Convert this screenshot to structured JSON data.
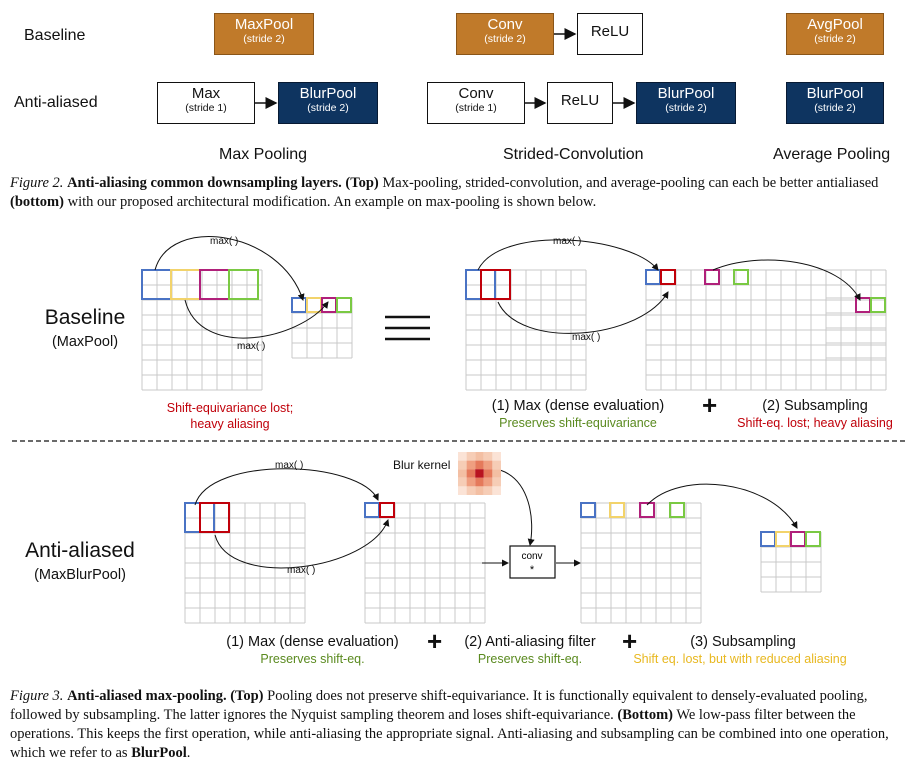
{
  "fig2": {
    "row_baseline": "Baseline",
    "row_anti": "Anti-aliased",
    "maxpool": {
      "title": "MaxPool",
      "sub": "(stride 2)"
    },
    "conv_top": {
      "title": "Conv",
      "sub": "(stride 2)"
    },
    "relu_top": {
      "title": "ReLU"
    },
    "avgpool": {
      "title": "AvgPool",
      "sub": "(stride 2)"
    },
    "max_bot": {
      "title": "Max",
      "sub": "(stride 1)"
    },
    "blurpool1": {
      "title": "BlurPool",
      "sub": "(stride 2)"
    },
    "conv_bot": {
      "title": "Conv",
      "sub": "(stride 1)"
    },
    "relu_bot": {
      "title": "ReLU"
    },
    "blurpool2": {
      "title": "BlurPool",
      "sub": "(stride 2)"
    },
    "blurpool3": {
      "title": "BlurPool",
      "sub": "(stride 2)"
    },
    "col_max": "Max Pooling",
    "col_conv": "Strided-Convolution",
    "col_avg": "Average Pooling",
    "caption_label": "Figure 2.",
    "caption_bold": "Anti-aliasing common downsampling layers.",
    "caption_top": "(Top)",
    "caption_text1": " Max-pooling, strided-convolution, and average-pooling can each be better antialiased ",
    "caption_bottom": "(bottom)",
    "caption_text2": " with our proposed architectural modification. An example on max-pooling is shown below."
  },
  "fig3": {
    "baseline_title": "Baseline",
    "baseline_sub": "(MaxPool)",
    "anti_title": "Anti-aliased",
    "anti_sub": "(MaxBlurPool)",
    "max_label": "max( )",
    "baseline_note1": "Shift-equivariance lost;",
    "baseline_note2": "heavy aliasing",
    "step1": "(1) Max (dense evaluation)",
    "step1_note": "Preserves shift-equivariance",
    "step2": "(2) Subsampling",
    "step2_note": "Shift-eq. lost; heavy aliasing",
    "blur_kernel": "Blur kernel",
    "conv_label": "conv",
    "conv_star": "*",
    "a_step1": "(1) Max (dense evaluation)",
    "a_step1_note": "Preserves shift-eq.",
    "a_step2": "(2) Anti-aliasing filter",
    "a_step2_note": "Preserves shift-eq.",
    "a_step3": "(3) Subsampling",
    "a_step3_note": "Shift eq. lost, but with reduced aliasing",
    "plus": "+",
    "caption_label": "Figure 3.",
    "caption_bold": "Anti-aliased max-pooling.",
    "caption_top": "(Top)",
    "caption_text1": " Pooling does not preserve shift-equivariance. It is functionally equivalent to densely-evaluated pooling, followed by subsampling. The latter ignores the Nyquist sampling theorem and loses shift-equivariance. ",
    "caption_bottom": "(Bottom)",
    "caption_text2": " We low-pass filter between the operations. This keeps the first operation, while anti-aliasing the appropriate signal. Anti-aliasing and subsampling can be combined into one operation, which we refer to as ",
    "caption_end": "BlurPool",
    "caption_period": "."
  },
  "colors": {
    "orange": "#c07a2a",
    "navy": "#0e3460",
    "blue": "#4a73c4",
    "red": "#c0000a",
    "yellow": "#f2d36b",
    "magenta": "#b0207a",
    "green": "#7ac943"
  }
}
